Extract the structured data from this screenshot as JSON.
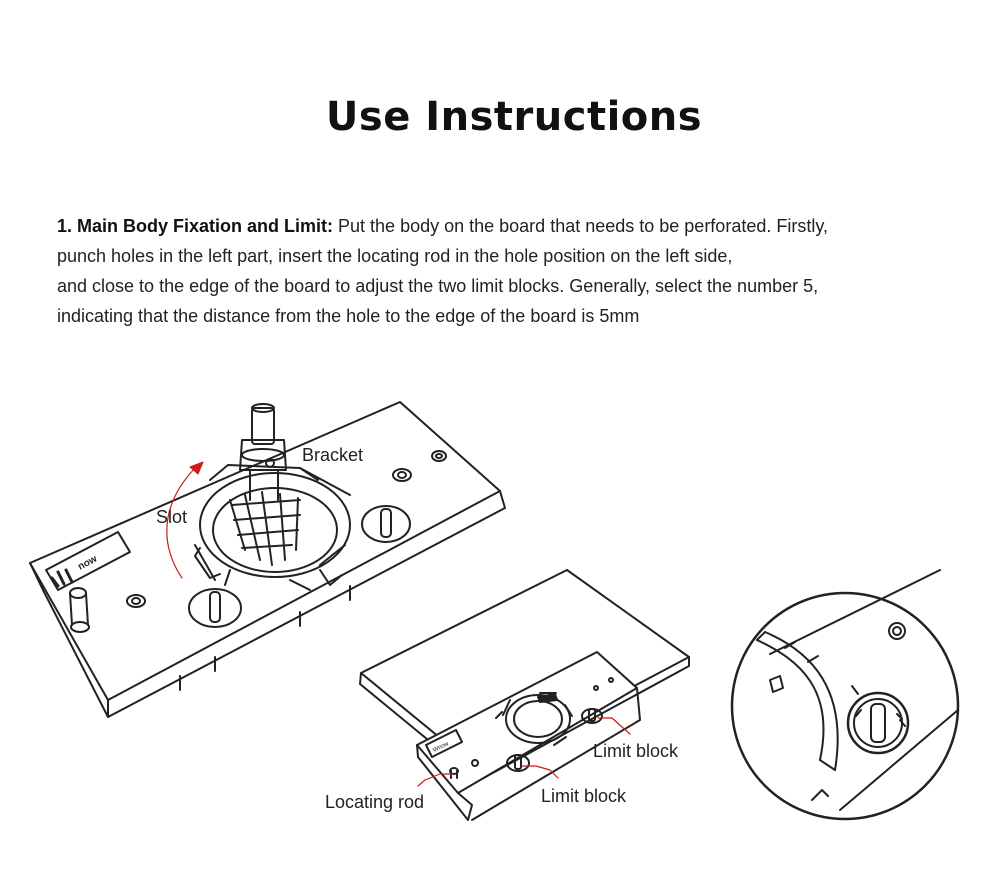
{
  "title": "Use Instructions",
  "instruction": {
    "lead": "1. Main Body Fixation and Limit:",
    "lines": [
      "Put the body on the board that needs to be perforated. Firstly,",
      "punch holes in the left part, insert the locating rod in the hole position on the left side,",
      "and close to the edge of the board to adjust the two limit blocks. Generally, select the number 5,",
      "indicating that the distance from the hole to the edge of the board is 5mm"
    ]
  },
  "labels": {
    "bracket": "Bracket",
    "slot": "Slot",
    "limit_block_1": "Limit block",
    "limit_block_2": "Limit block",
    "locating_rod": "Locating rod"
  },
  "colors": {
    "callout": "#d11a1a",
    "outline": "#222222"
  }
}
